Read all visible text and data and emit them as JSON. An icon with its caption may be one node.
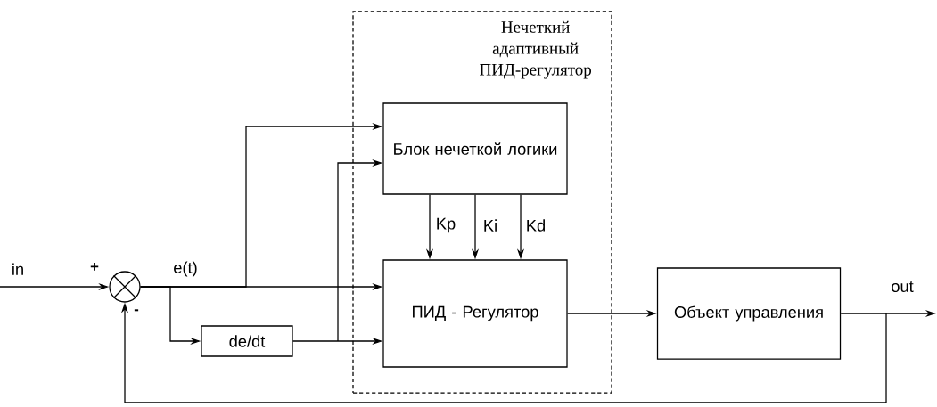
{
  "diagram": {
    "nodes": [
      {
        "text": [
          "Нечеткий адаптивный ПИД-регулятор"
        ]
      },
      {
        "text": [
          "Блок нечеткой логики"
        ],
        "in": 0
      },
      {
        "text": [
          "ПИД - Регулятор"
        ],
        "in": 0
      },
      {
        "text": [
          "Объект управления"
        ]
      },
      {
        "text": [],
        "shape": "circle"
      },
      {
        "text": [
          "de/dt"
        ]
      }
    ],
    "edges": [
      {
        "from": null,
        "to": 4,
        "arrow": "to",
        "label": "in"
      },
      {
        "from": 4,
        "to": 2,
        "arrow": "to",
        "label": "e(t)"
      },
      {
        "from": 4,
        "to": 1,
        "arrow": "to"
      },
      {
        "from": 4,
        "to": 5,
        "arrow": "to"
      },
      {
        "from": 5,
        "to": 2,
        "arrow": "to"
      },
      {
        "from": 5,
        "to": 1,
        "arrow": "to"
      },
      {
        "from": 1,
        "to": 2,
        "arrow": "to",
        "label": "Kp"
      },
      {
        "from": 1,
        "to": 2,
        "arrow": "to",
        "label": "Ki"
      },
      {
        "from": 1,
        "to": 2,
        "arrow": "to",
        "label": "Kd"
      },
      {
        "from": 2,
        "to": 3,
        "arrow": "to"
      },
      {
        "from": 3,
        "to": null,
        "arrow": "to",
        "label": "out"
      },
      {
        "from": 3,
        "to": 4,
        "arrow": "to"
      }
    ],
    "labels": [
      "+",
      "-"
    ]
  }
}
